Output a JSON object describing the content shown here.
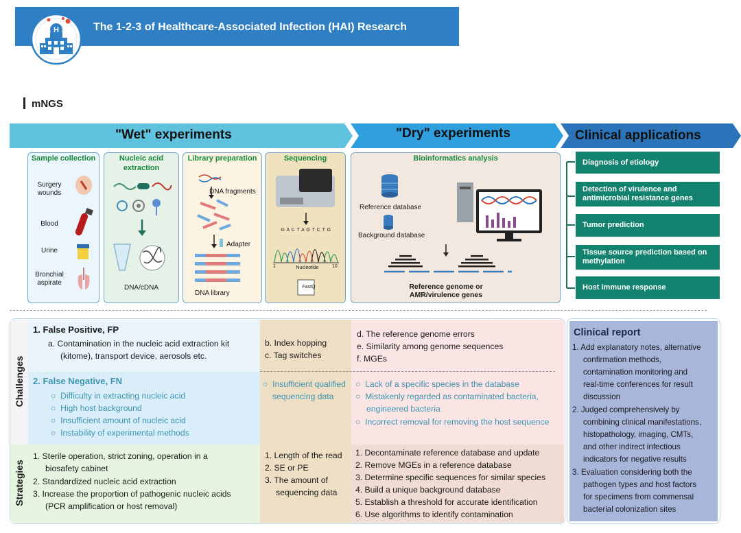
{
  "header": {
    "title": "The 1-2-3 of Healthcare-Associated Infection (HAI) Research",
    "section_label": "mNGS"
  },
  "colors": {
    "header_blue": "#2f7fc4",
    "arrow_wet": "#5fc3df",
    "arrow_dry": "#2f9fde",
    "arrow_clinical": "#2c74b9",
    "clinical_box": "#13826f",
    "sample_bg": "#eaf6fb",
    "extraction_bg": "#e6f2e8",
    "library_bg": "#fcf3e2",
    "sequencing_bg": "#f1e2bf",
    "bioinfo_bg": "#f2e8df",
    "fp_bg": "#eaf5fb",
    "fn_bg": "#d9eef9",
    "strat_green": "#e6f5df",
    "mid_tan": "#eedfc4",
    "pink": "#fbe4e4",
    "dry_strat": "#f0dcd2",
    "report_bg": "#a8b6db"
  },
  "arrows": {
    "wet": "\"Wet\" experiments",
    "dry": "\"Dry\" experiments",
    "clinical": "Clinical applications"
  },
  "wet": {
    "sample": {
      "title": "Sample collection",
      "items": [
        "Surgery wounds",
        "Blood",
        "Urine",
        "Bronchial aspirate"
      ]
    },
    "extraction": {
      "title_line1": "Nucleic acid",
      "title_line2": "extraction",
      "caption": "DNA/cDNA"
    },
    "library": {
      "title": "Library preparation",
      "fragments": "DNA fragments",
      "adapter": "Adapter",
      "caption": "DNA library"
    },
    "sequencing": {
      "title": "Sequencing",
      "bases": "G A C T A G T C T G",
      "axis_left": "1",
      "axis_label": "Nucleotide",
      "axis_right": "10",
      "file": "FastQ"
    }
  },
  "dry": {
    "title": "Bioinformatics analysis",
    "ref_db": "Reference database",
    "bg_db": "Background database",
    "ref_genome_line1": "Reference genome or",
    "ref_genome_line2": "AMR/virulence genes"
  },
  "clinical_apps": [
    "Diagnosis of etiology",
    "Detection of virulence and antimicrobial resistance genes",
    "Tumor prediction",
    "Tissue source prediction based on methylation",
    "Host immune response"
  ],
  "challenges": {
    "label": "Challenges",
    "fp_title": "1.  False Positive, FP",
    "fp_item_a_line1": "a.  Contamination in the nucleic acid extraction kit",
    "fp_item_a_line2": "(kitome), transport device, aerosols etc.",
    "fp_mid": [
      "b.  Index hopping",
      "c.  Tag switches"
    ],
    "fp_dry": [
      "d.  The reference genome  errors",
      "e.  Similarity among genome sequences",
      "f.   MGEs"
    ],
    "fn_title": "2. False Negative, FN",
    "fn_items": [
      "Difficulty in extracting nucleic acid",
      "High host background",
      "Insufficient amount of nucleic acid",
      "Instability of experimental methods"
    ],
    "fn_mid_line1": "Insufficient qualified",
    "fn_mid_line2": "sequencing data",
    "fn_dry": [
      "Lack of a specific species in the database",
      "Mistakenly regarded as contaminated bacteria,",
      "engineered bacteria",
      "Incorrect removal for removing the host sequence"
    ]
  },
  "strategies": {
    "label": "Strategies",
    "wet": [
      "1.  Sterile operation, strict zoning, operation in a",
      "biosafety cabinet",
      "2.  Standardized nucleic acid extraction",
      "3.  Increase the proportion of pathogenic nucleic acids",
      "(PCR amplification or host removal)"
    ],
    "mid": [
      "1.  Length of the read",
      "2.  SE or PE",
      "3.  The amount of",
      "sequencing data"
    ],
    "dry": [
      "1.  Decontaminate reference database and update",
      "2.  Remove MGEs in a reference database",
      "3.  Determine specific sequences for similar species",
      "4.  Build a unique background database",
      "5.  Establish a threshold for accurate identification",
      "6.  Use algorithms to identify contamination"
    ]
  },
  "report": {
    "title": "Clinical report",
    "lines": [
      "1.  Add explanatory notes, alternative",
      "confirmation methods,",
      "contamination monitoring and",
      "real-time conferences for result",
      "discussion",
      "2.  Judged comprehensively by",
      "combining clinical manifestations,",
      "histopathology, imaging, CMTs,",
      "and other indirect infectious",
      "indicators for negative results",
      "3.  Evaluation considering both the",
      "pathogen types and host factors",
      "for specimens from commensal",
      "bacterial colonization sites"
    ]
  }
}
